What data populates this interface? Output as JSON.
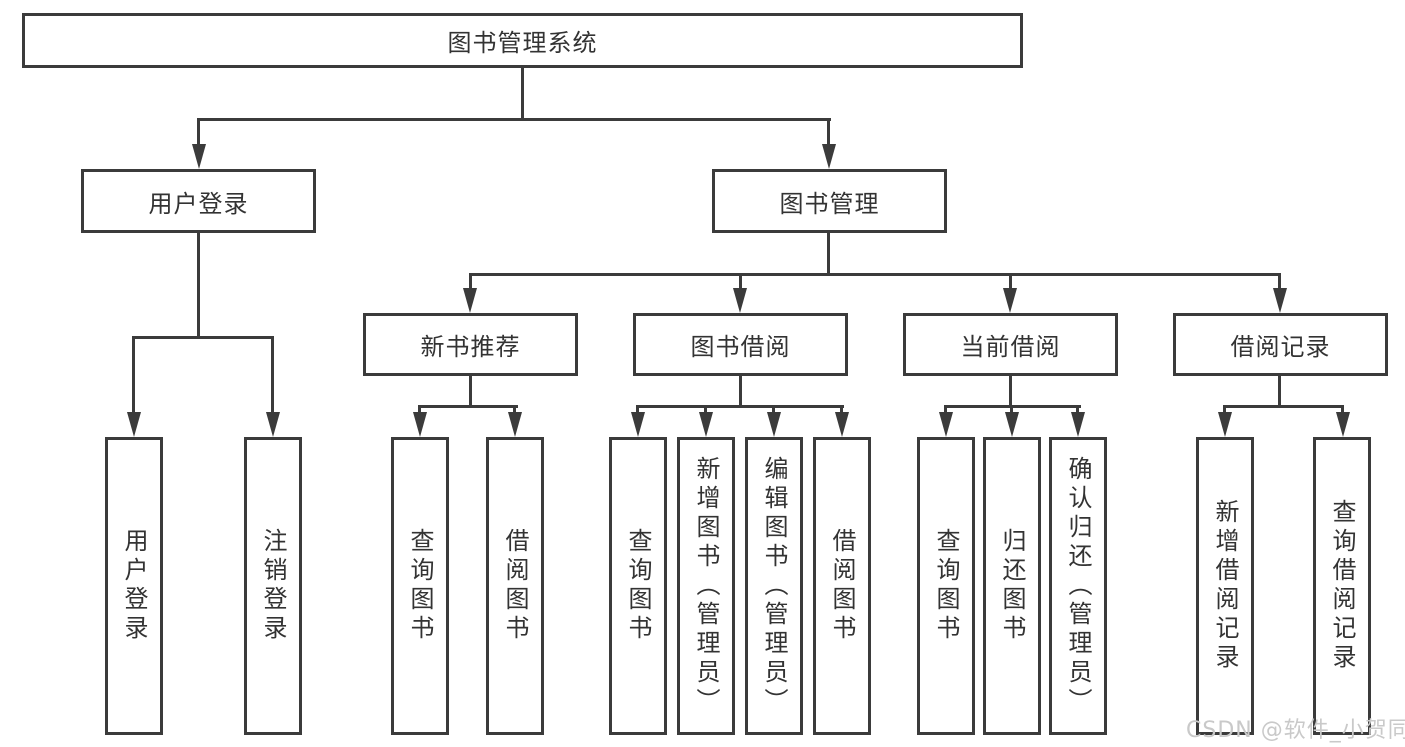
{
  "diagram_type": "tree",
  "tree": {
    "label": "图书管理系统",
    "children": [
      {
        "label": "用户登录",
        "children": [
          {
            "label": "用户登录"
          },
          {
            "label": "注销登录"
          }
        ]
      },
      {
        "label": "图书管理",
        "children": [
          {
            "label": "新书推荐",
            "children": [
              {
                "label": "查询图书"
              },
              {
                "label": "借阅图书"
              }
            ]
          },
          {
            "label": "图书借阅",
            "children": [
              {
                "label": "查询图书"
              },
              {
                "label": "新增图书（管理员）"
              },
              {
                "label": "编辑图书（管理员）"
              },
              {
                "label": "借阅图书"
              }
            ]
          },
          {
            "label": "当前借阅",
            "children": [
              {
                "label": "查询图书"
              },
              {
                "label": "归还图书"
              },
              {
                "label": "确认归还（管理员）"
              }
            ]
          },
          {
            "label": "借阅记录",
            "children": [
              {
                "label": "新增借阅记录"
              },
              {
                "label": "查询借阅记录"
              }
            ]
          }
        ]
      }
    ]
  },
  "watermark": "CSDN @软件_小贺同学",
  "colors": {
    "line": "#3b3b3b",
    "text": "#333333",
    "watermark": "#c9c9c9",
    "background": "#ffffff"
  }
}
